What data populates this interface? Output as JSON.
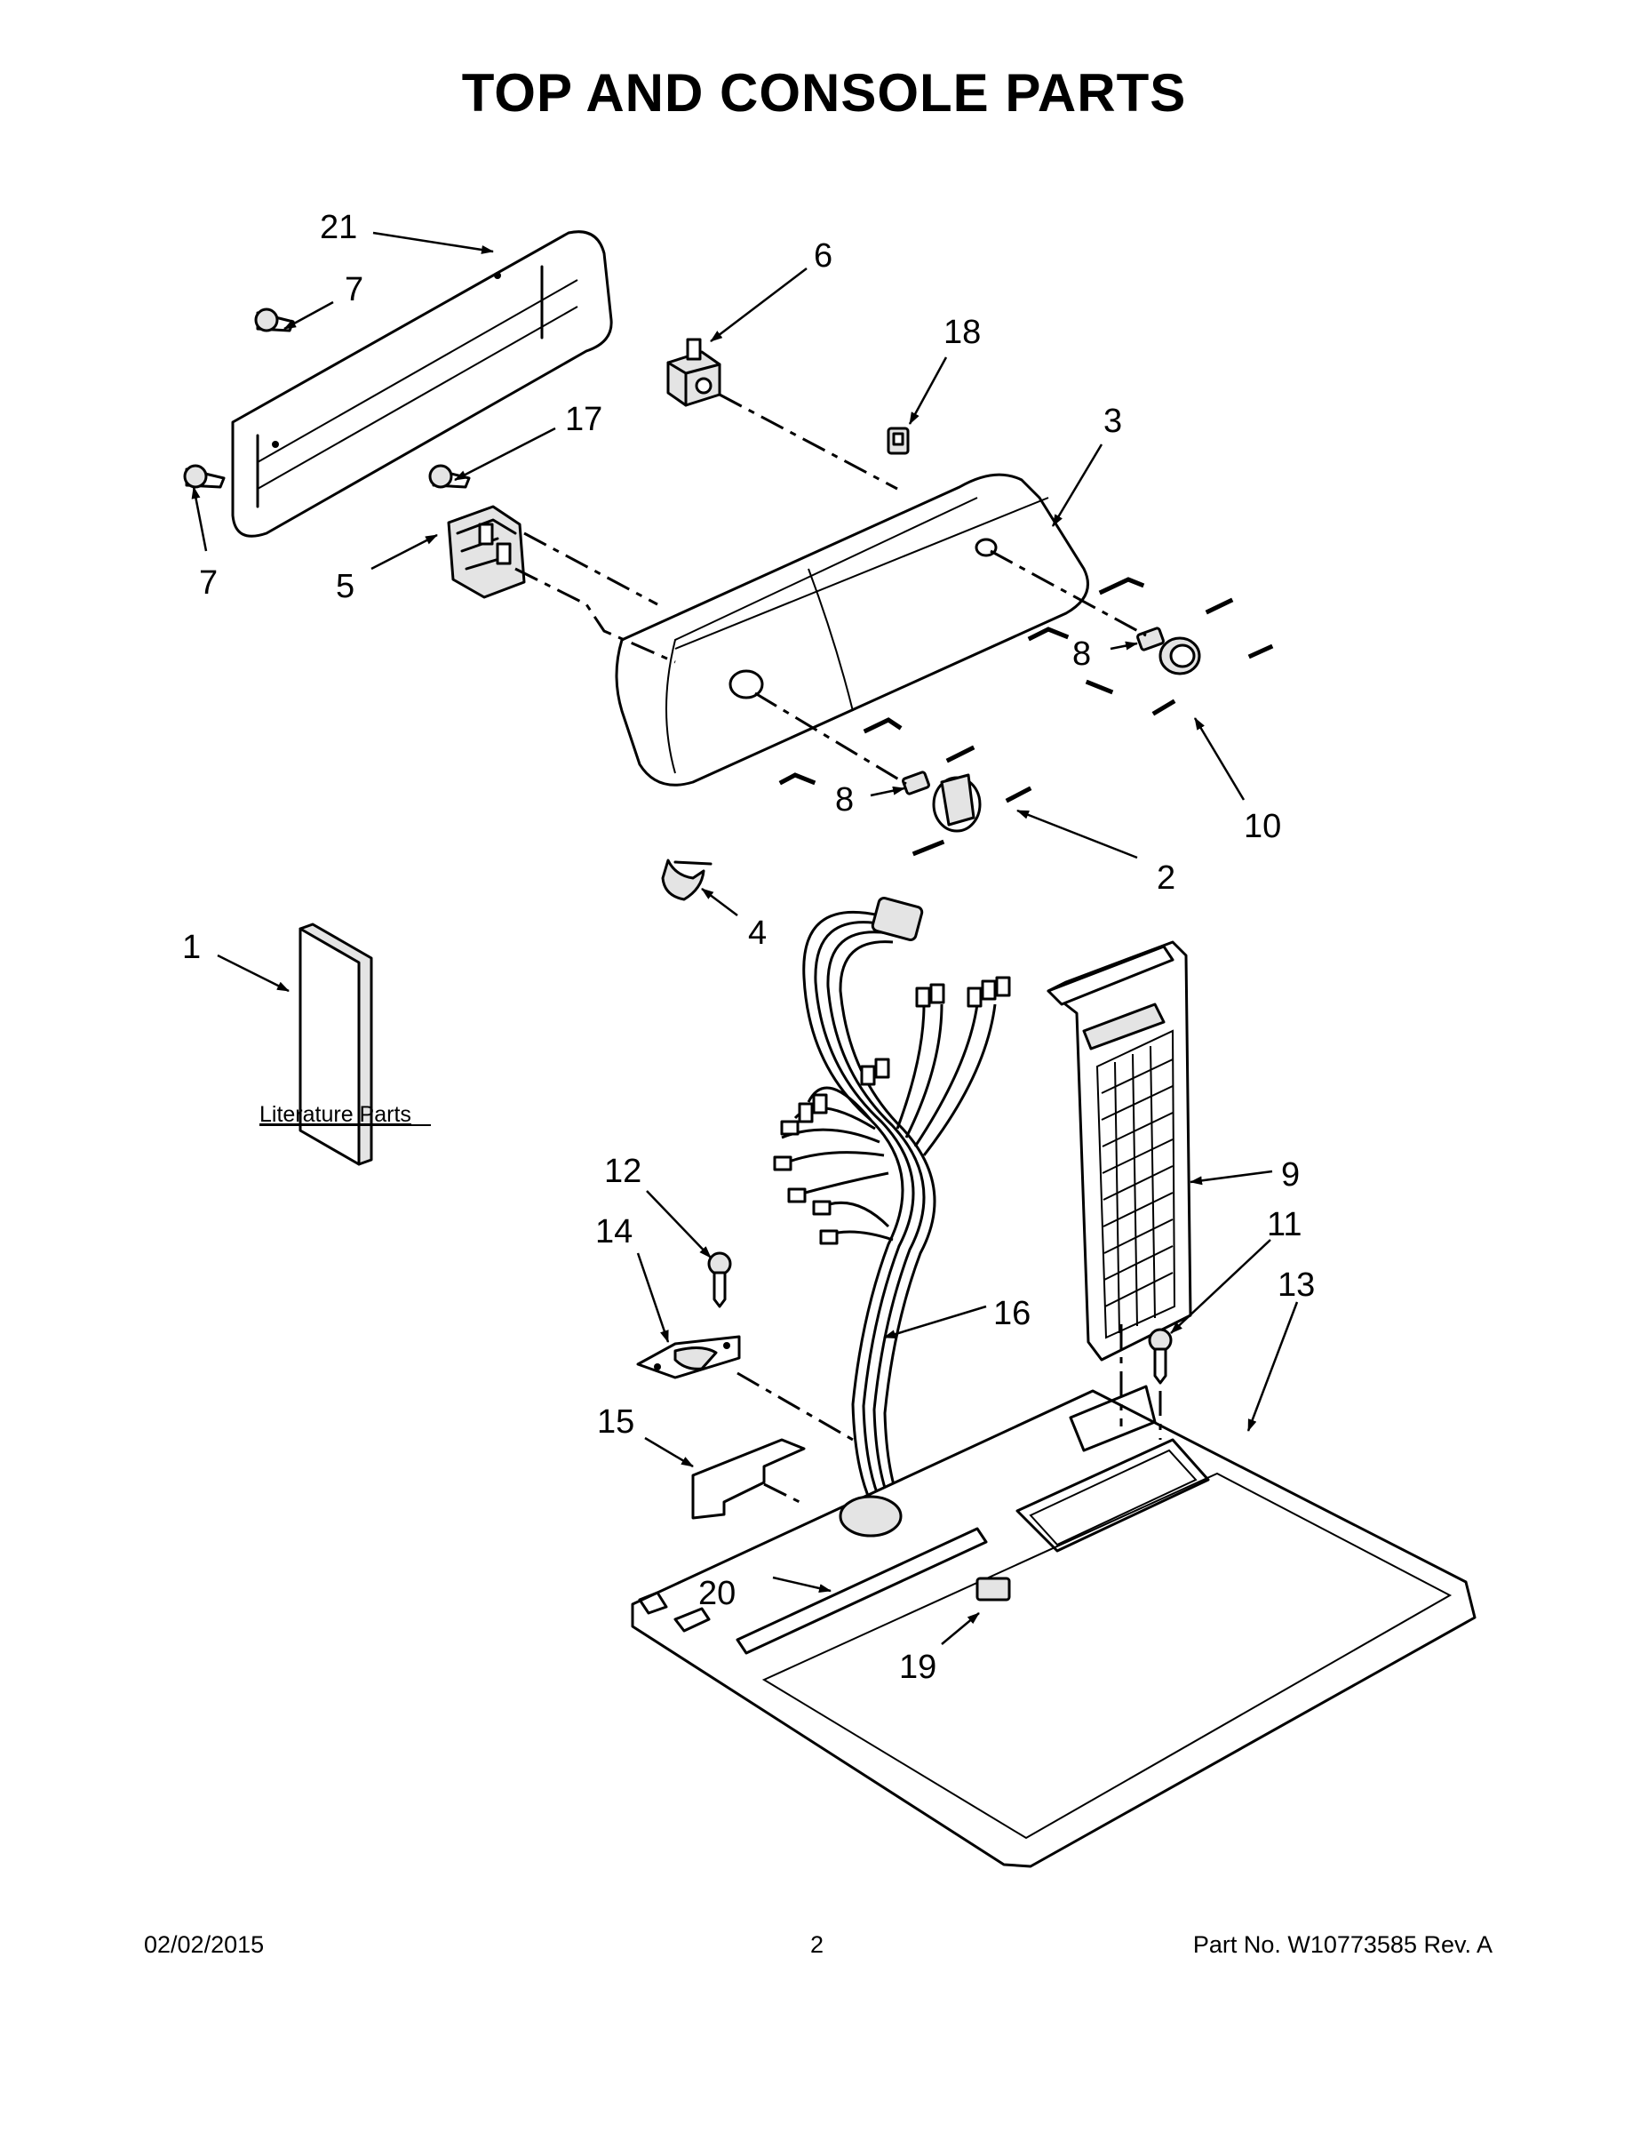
{
  "title": "TOP AND CONSOLE PARTS",
  "literature_label": "Literature Parts",
  "footer": {
    "date": "02/02/2015",
    "page": "2",
    "part_number": "Part No.  W10773585  Rev.  A"
  },
  "callouts": {
    "c1": "1",
    "c2": "2",
    "c3": "3",
    "c4": "4",
    "c5": "5",
    "c6": "6",
    "c7a": "7",
    "c7b": "7",
    "c8a": "8",
    "c8b": "8",
    "c9": "9",
    "c10": "10",
    "c11": "11",
    "c12": "12",
    "c13": "13",
    "c14": "14",
    "c15": "15",
    "c16": "16",
    "c17": "17",
    "c18": "18",
    "c19": "19",
    "c20": "20",
    "c21": "21"
  }
}
